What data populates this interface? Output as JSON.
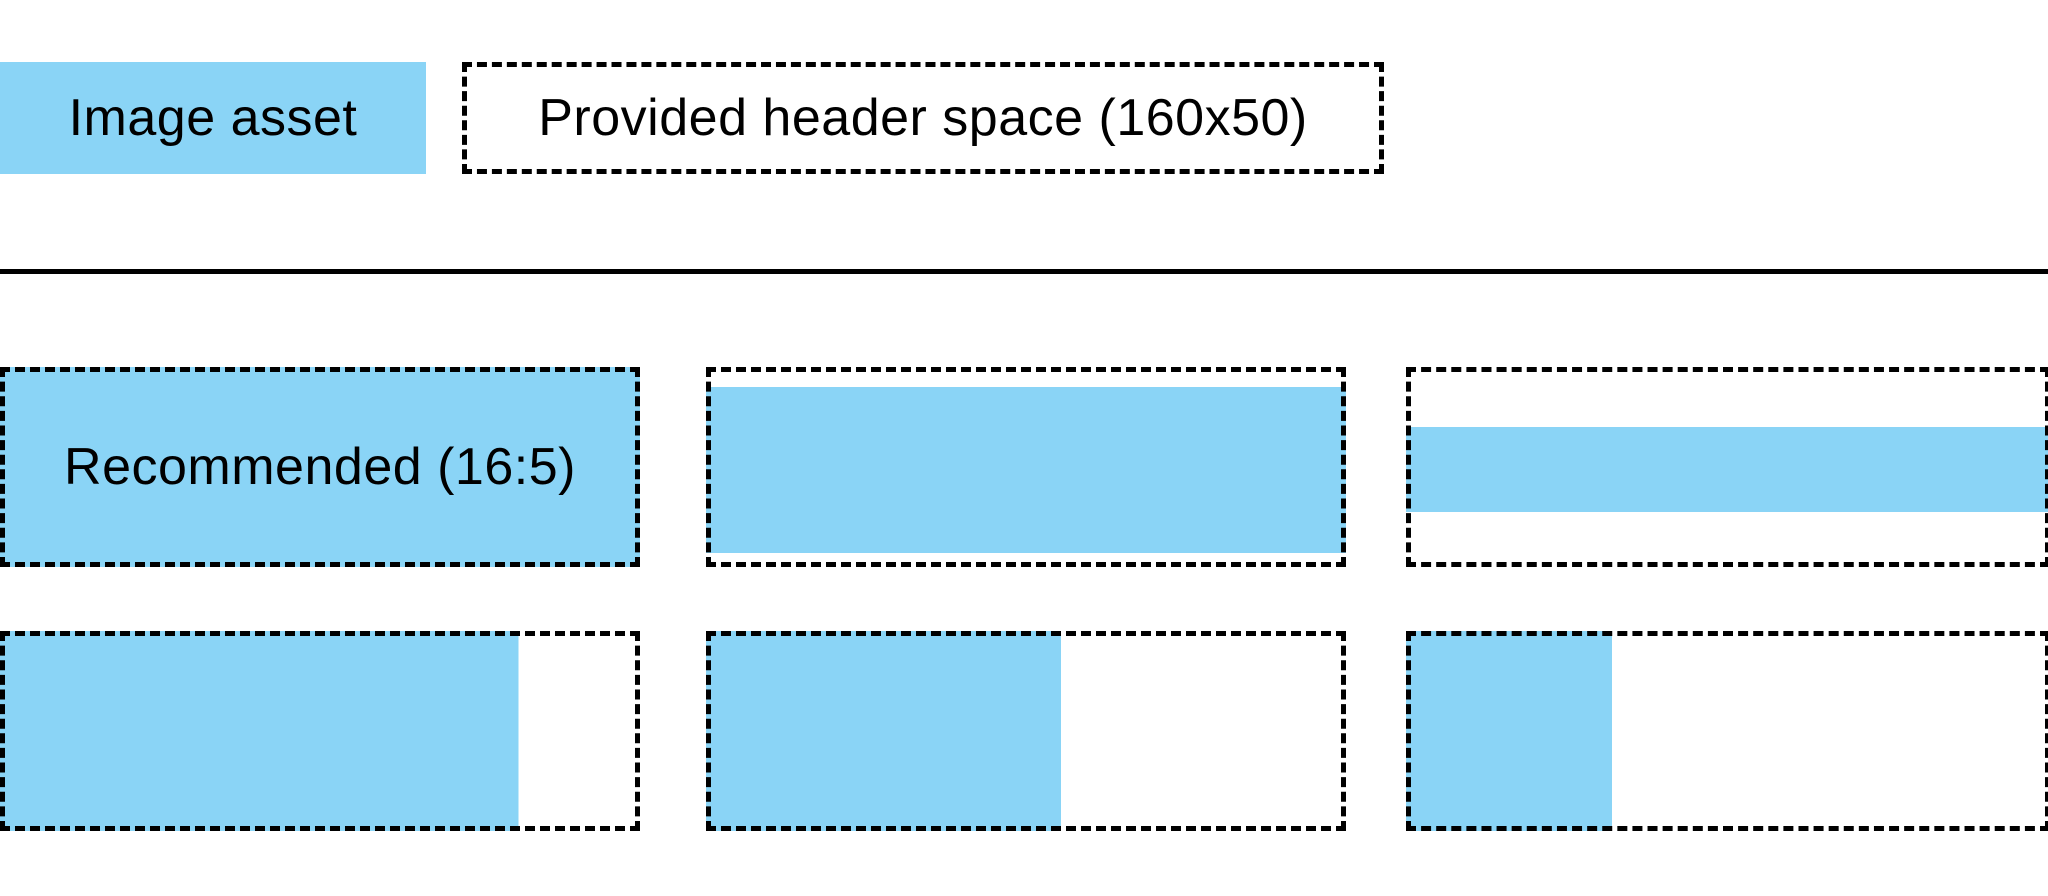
{
  "colors": {
    "image_asset_blue": "#8ad4f6",
    "outline_black": "#000000",
    "background": "#ffffff"
  },
  "legend": {
    "image_asset_label": "Image asset",
    "header_space_label": "Provided header space (160x50)"
  },
  "figure": {
    "recommended_label": "Recommended (16:5)",
    "boxes": [
      {
        "id": "r1c1",
        "name": "recommended-16-5-fills-exactly",
        "fill": {
          "x_pct": 0,
          "y_pct": 0,
          "w_pct": 100,
          "h_pct": 100
        }
      },
      {
        "id": "r1c2",
        "name": "wide-image-letterboxed",
        "fill": {
          "x_pct": 0,
          "y_pct": 10,
          "w_pct": 100,
          "h_pct": 83
        }
      },
      {
        "id": "r1c3",
        "name": "very-wide-image-letterboxed",
        "fill": {
          "x_pct": 0,
          "y_pct": 30,
          "w_pct": 100,
          "h_pct": 42.5
        }
      },
      {
        "id": "r2c1",
        "name": "tall-image-left-aligned",
        "fill": {
          "x_pct": 0,
          "y_pct": 0,
          "w_pct": 81,
          "h_pct": 100
        }
      },
      {
        "id": "r2c2",
        "name": "taller-image-left-aligned",
        "fill": {
          "x_pct": 0,
          "y_pct": 0,
          "w_pct": 55.5,
          "h_pct": 100
        }
      },
      {
        "id": "r2c3",
        "name": "tallest-image-left-aligned",
        "fill": {
          "x_pct": 0,
          "y_pct": 0,
          "w_pct": 32,
          "h_pct": 100
        }
      }
    ]
  }
}
